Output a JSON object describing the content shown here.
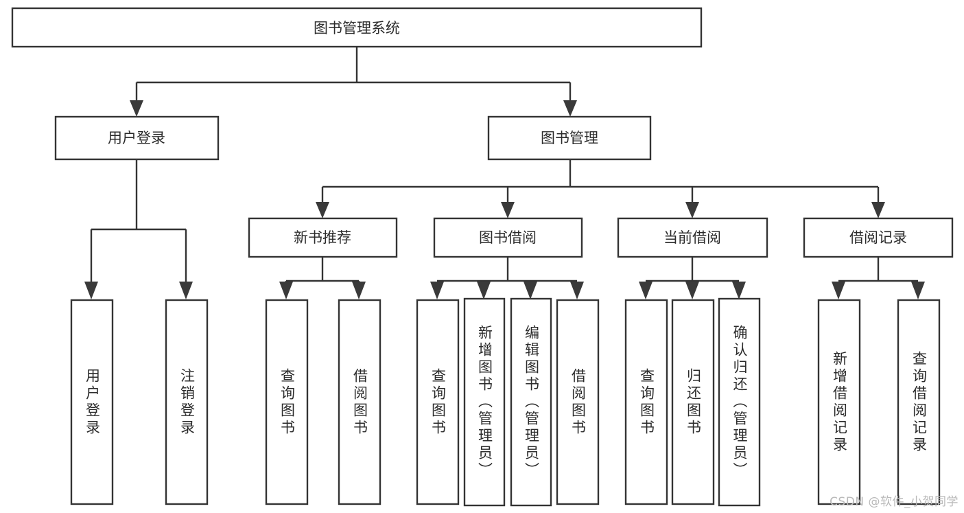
{
  "diagram": {
    "title": "图书管理系统",
    "type": "tree",
    "colors": {
      "box_fill": "#ffffff",
      "box_stroke": "#333333",
      "text": "#2b2b2b",
      "connector": "#333333",
      "watermark": "#b9b9b9"
    },
    "root": {
      "label": "图书管理系统"
    },
    "level2": [
      {
        "label": "用户登录"
      },
      {
        "label": "图书管理"
      }
    ],
    "level3": [
      {
        "label": "新书推荐"
      },
      {
        "label": "图书借阅"
      },
      {
        "label": "当前借阅"
      },
      {
        "label": "借阅记录"
      }
    ],
    "leaves": {
      "user_login": [
        {
          "label": "用户登录"
        },
        {
          "label": "注销登录"
        }
      ],
      "new_book": [
        {
          "label": "查询图书"
        },
        {
          "label": "借阅图书"
        }
      ],
      "book_borrow": [
        {
          "label": "查询图书"
        },
        {
          "label": "新增图书（管理员）"
        },
        {
          "label": "编辑图书（管理员）"
        },
        {
          "label": "借阅图书"
        }
      ],
      "current_borrow": [
        {
          "label": "查询图书"
        },
        {
          "label": "归还图书"
        },
        {
          "label": "确认归还（管理员）"
        }
      ],
      "borrow_record": [
        {
          "label": "新增借阅记录"
        },
        {
          "label": "查询借阅记录"
        }
      ]
    }
  },
  "watermark": {
    "text": "CSDN @软件_小贺同学"
  }
}
